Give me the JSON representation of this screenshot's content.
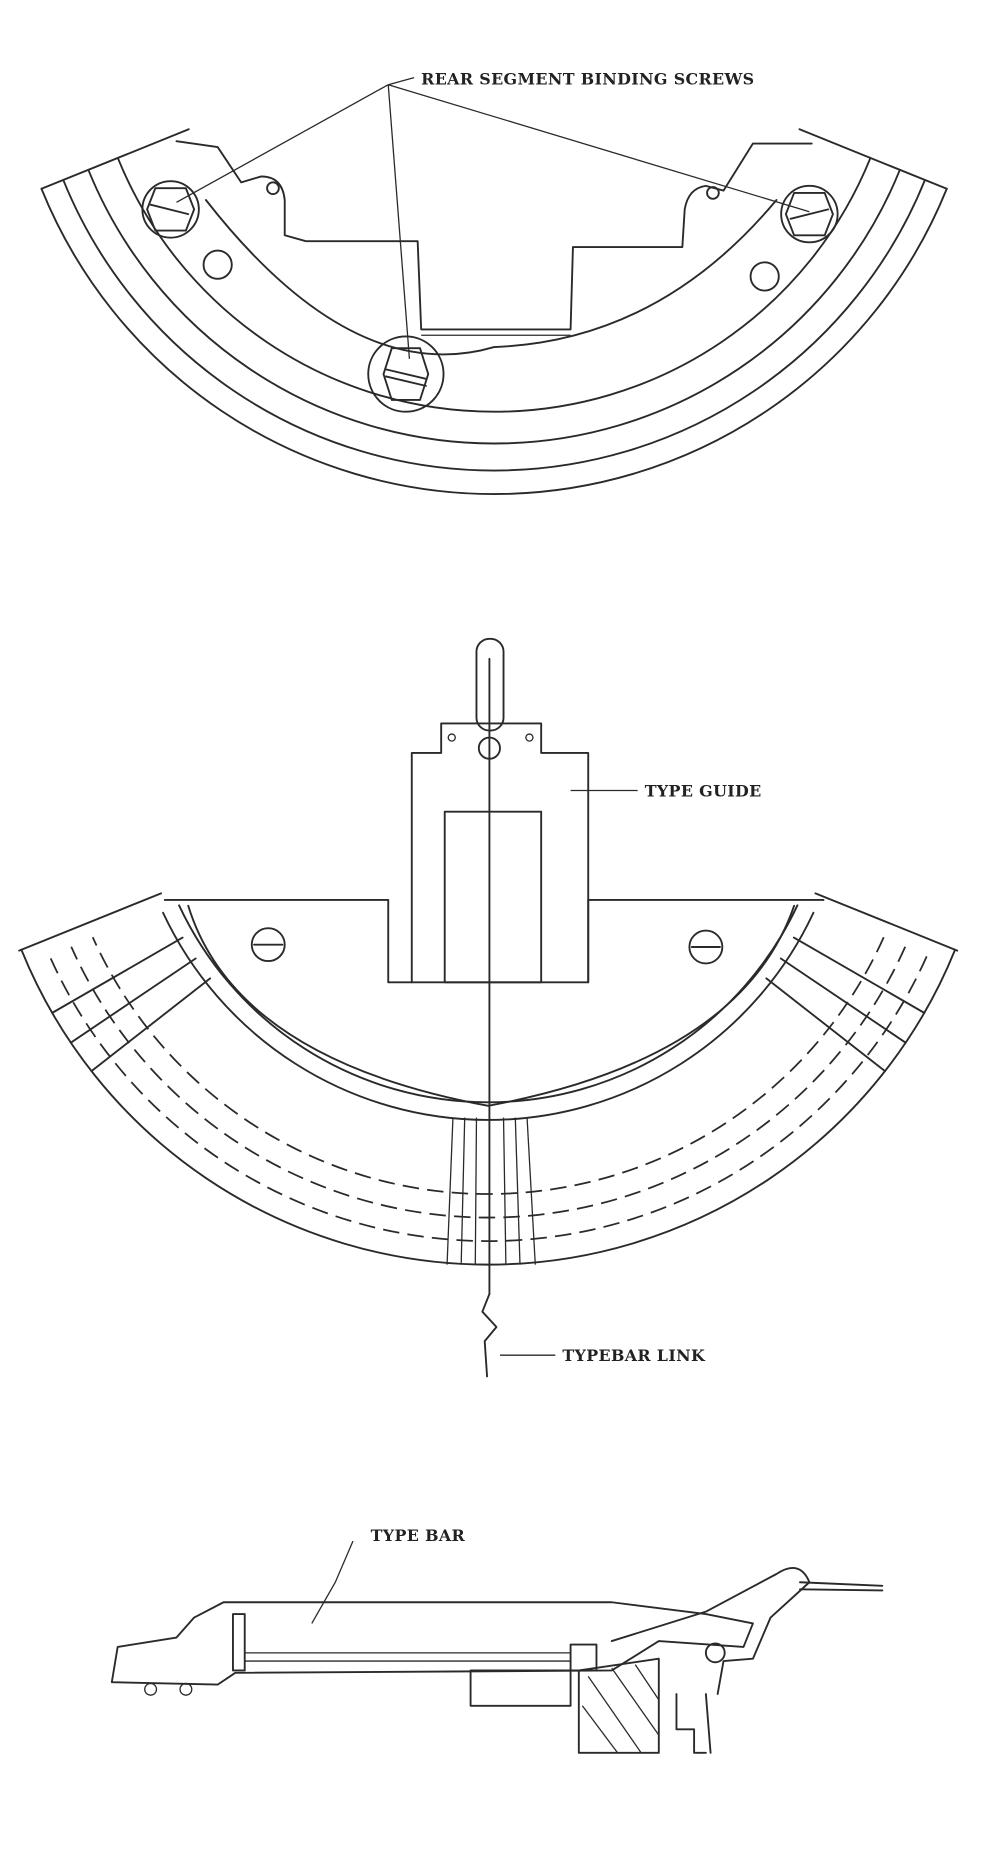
{
  "figures": {
    "rear_segment": {
      "label": "REAR SEGMENT BINDING SCREWS"
    },
    "type_guide_segment": {
      "type_guide_label": "TYPE GUIDE",
      "typebar_link_label": "TYPEBAR LINK"
    },
    "type_bar": {
      "label": "TYPE BAR"
    }
  },
  "colors": {
    "ink": "#2a2a2a",
    "paper": "#ffffff"
  }
}
